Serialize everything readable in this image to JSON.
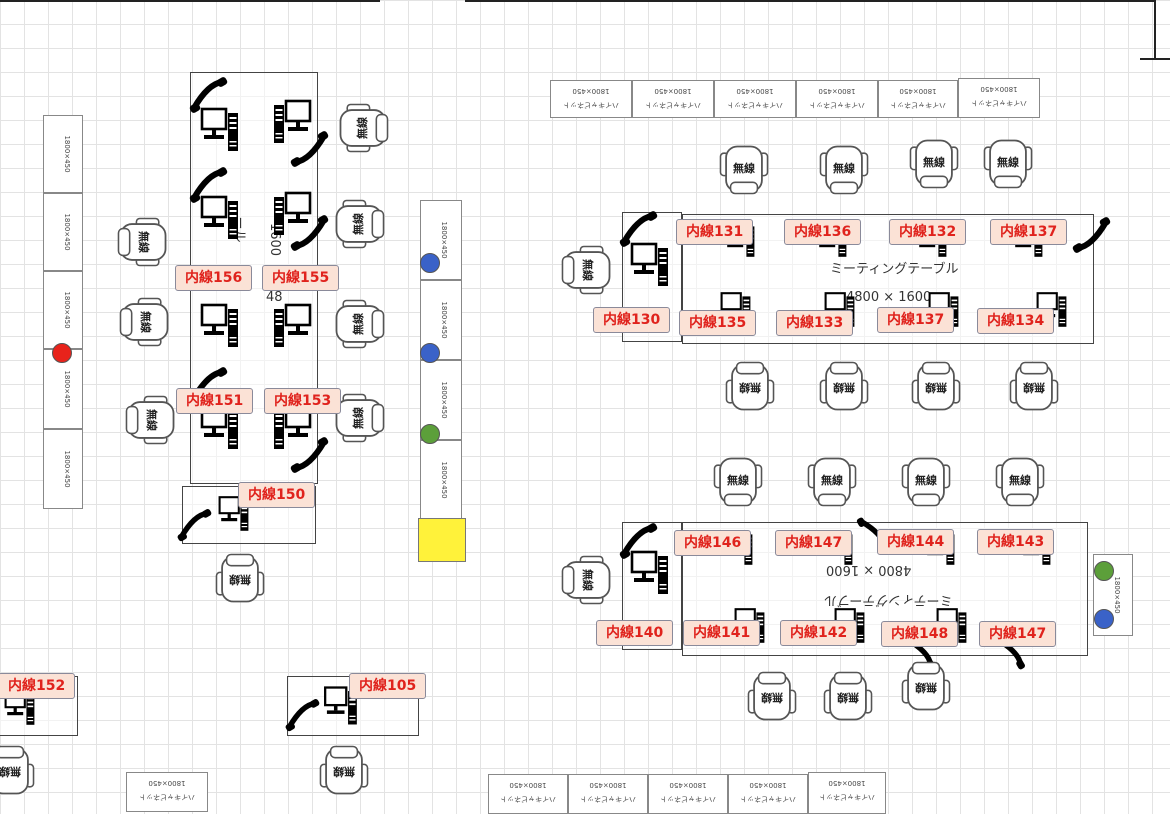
{
  "cabinet": {
    "label_a": "1800×450",
    "label_b": "ハイキャビネット"
  },
  "seat_label": "無線",
  "colors": {
    "red": "#e8231b",
    "blue": "#3a62c8",
    "green": "#5c9f3a",
    "yellow": "#fff23a",
    "ext_bg": "#fbe2d6",
    "ext_text": "#e0231d"
  },
  "tables": {
    "left_dim_v": "1600",
    "left_dim_partial": "48",
    "left_label_partial": "ール",
    "top_name": "ミーティングテーブル",
    "top_dim": "4800 × 1600",
    "bottom_name": "ミーティングテーブル",
    "bottom_dim": "4800 × 1600"
  },
  "extensions": {
    "e156": "内線156",
    "e155": "内線155",
    "e151": "内線151",
    "e153": "内線153",
    "e150": "内線150",
    "e152": "内線152",
    "e105": "内線105",
    "e131": "内線131",
    "e136": "内線136",
    "e132": "内線132",
    "e137a": "内線137",
    "e130": "内線130",
    "e135": "内線135",
    "e133": "内線133",
    "e137b": "内線137",
    "e134": "内線134",
    "e146": "内線146",
    "e147a": "内線147",
    "e144": "内線144",
    "e143": "内線143",
    "e140": "内線140",
    "e141": "内線141",
    "e142": "内線142",
    "e148": "内線148",
    "e147b": "内線147"
  }
}
